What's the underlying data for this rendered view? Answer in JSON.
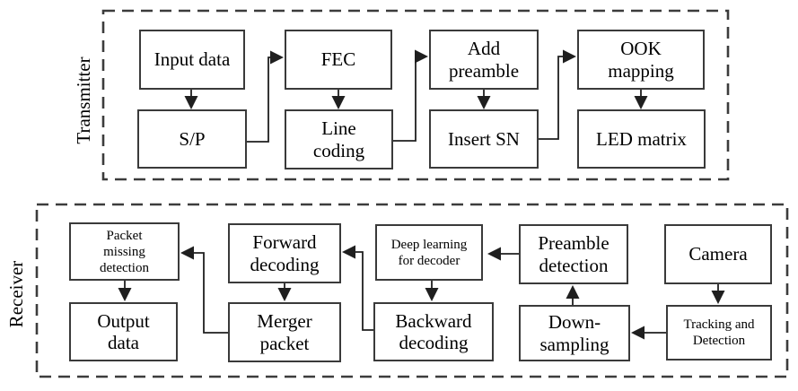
{
  "diagram": {
    "description": "Block diagram of an optical camera communication system with transmitter and receiver chains",
    "colors": {
      "background": "#ffffff",
      "box_fill": "#ffffff",
      "box_border": "#3a3a3a",
      "dashed_boundary": "#3c3c3c",
      "arrow": "#1f1f1f",
      "text": "#000000"
    },
    "transmitter": {
      "label": "Transmitter",
      "blocks": {
        "input_data": "Input data",
        "fec": "FEC",
        "add_preamble": "Add\npreamble",
        "ook_mapping": "OOK\nmapping",
        "sp": "S/P",
        "line_coding": "Line\ncoding",
        "insert_sn": "Insert SN",
        "led_matrix": "LED matrix"
      },
      "connections": [
        "Input data -> S/P",
        "S/P -> FEC",
        "FEC -> Line coding",
        "Line coding -> Add preamble",
        "Add preamble -> Insert SN",
        "Insert SN -> OOK mapping",
        "OOK mapping -> LED matrix"
      ]
    },
    "receiver": {
      "label": "Receiver",
      "blocks": {
        "packet_missing_detection": "Packet\nmissing\ndetection",
        "forward_decoding": "Forward\ndecoding",
        "deep_learning_for_decoder": "Deep learning\nfor decoder",
        "preamble_detection": "Preamble\ndetection",
        "camera": "Camera",
        "output_data": "Output\ndata",
        "merger_packet": "Merger\npacket",
        "backward_decoding": "Backward\ndecoding",
        "down_sampling": "Down-\nsampling",
        "tracking_and_detection": "Tracking and\nDetection"
      },
      "connections": [
        "Camera -> Tracking and Detection",
        "Tracking and Detection -> Down-sampling",
        "Down-sampling -> Preamble detection",
        "Preamble detection -> Deep learning for decoder",
        "Deep learning for decoder -> Backward decoding",
        "Backward decoding -> Forward decoding",
        "Forward decoding -> Merger packet",
        "Merger packet -> Packet missing detection",
        "Packet missing detection -> Output data"
      ]
    }
  }
}
